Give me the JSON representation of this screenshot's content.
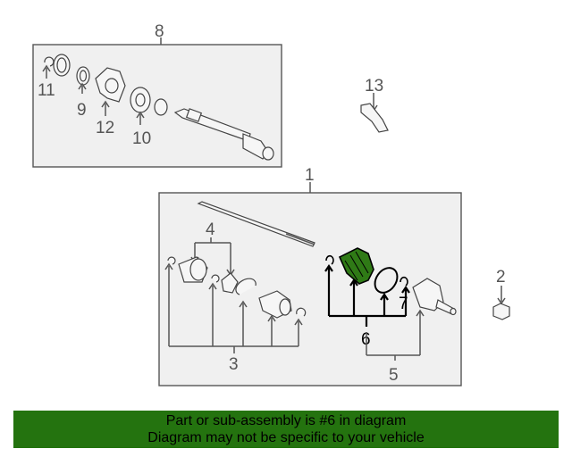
{
  "callouts": {
    "c1": "1",
    "c2": "2",
    "c3": "3",
    "c4": "4",
    "c5": "5",
    "c6": "6",
    "c7": "7",
    "c8": "8",
    "c9": "9",
    "c10": "10",
    "c11": "11",
    "c12": "12",
    "c13": "13"
  },
  "banner": {
    "line1": "Part or sub-assembly is #6 in diagram",
    "line2": "Diagram may not be specific to your vehicle"
  },
  "colors": {
    "highlight": "#2f7a16",
    "banner": "#24730f"
  },
  "highlighted_part": "6"
}
